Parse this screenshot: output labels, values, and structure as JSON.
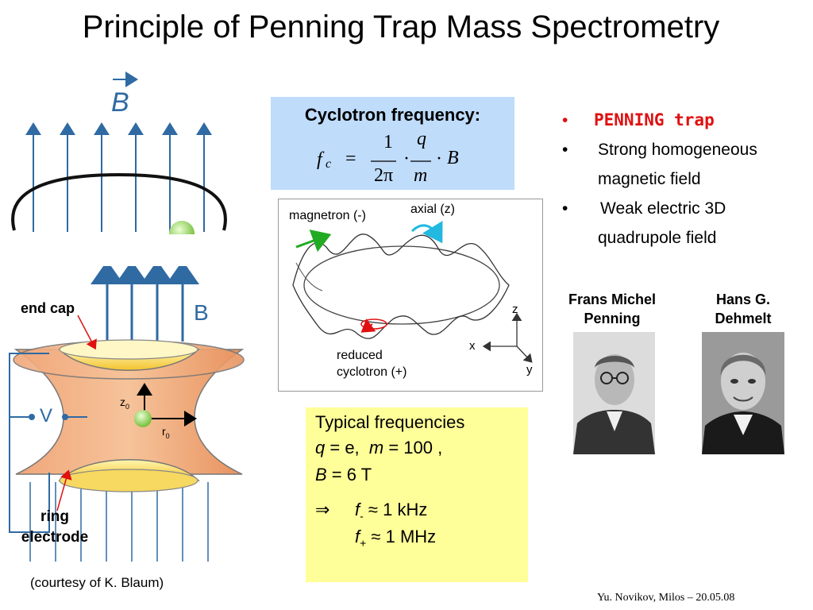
{
  "title": "Principle of Penning Trap Mass Spectrometry",
  "left_top": {
    "field_label": "B"
  },
  "trap": {
    "end_cap_label": "end cap",
    "b_label": "B",
    "voltage_label": "V",
    "z0_label": "z",
    "z0_sub": "0",
    "r0_label": "r",
    "r0_sub": "0",
    "ring_label_1": "ring",
    "ring_label_2": "electrode"
  },
  "courtesy": "(courtesy of K. Blaum)",
  "cyclotron": {
    "label": "Cyclotron frequency:",
    "f": "f",
    "c": "c",
    "eq": "=",
    "one": "1",
    "two_pi": "2π",
    "dot1": "·",
    "q": "q",
    "m": "m",
    "dot2": "·",
    "B": "B"
  },
  "orbit": {
    "magnetron": "magnetron (-)",
    "axial": "axial (z)",
    "reduced_1": "reduced",
    "reduced_2": "cyclotron (+)",
    "axis_z": "z",
    "axis_x": "x",
    "axis_y": "y"
  },
  "bullets": [
    {
      "marker": "•",
      "text": "PENNING trap"
    },
    {
      "marker": "•",
      "text": "Strong homogeneous"
    },
    {
      "marker": "",
      "text": "magnetic field"
    },
    {
      "marker": "•",
      "text": "Weak electric 3D"
    },
    {
      "marker": "",
      "text": "quadrupole field"
    }
  ],
  "people": [
    {
      "line1": "Frans Michel",
      "line2": "Penning"
    },
    {
      "line1": "Hans G.",
      "line2": "Dehmelt"
    }
  ],
  "frequencies": {
    "heading": "Typical frequencies",
    "q": "q",
    "q_val": " = e,",
    "m": "m",
    "m_val": " = 100 ,",
    "B": "B",
    "B_val": " = 6 T",
    "arrow": "⇒",
    "f_minus": "f",
    "minus_sub": "-",
    "f_minus_val": " ≈ 1 kHz",
    "f_plus": "f",
    "plus_sub": "+",
    "f_plus_val": " ≈ 1 MHz"
  },
  "footer": "Yu. Novikov, Milos – 20.05.08",
  "colors": {
    "blue_box": "#bfdcfb",
    "yellow_box": "#ffff99",
    "penning_red": "#e01010",
    "field_blue": "#2f6aa3"
  }
}
